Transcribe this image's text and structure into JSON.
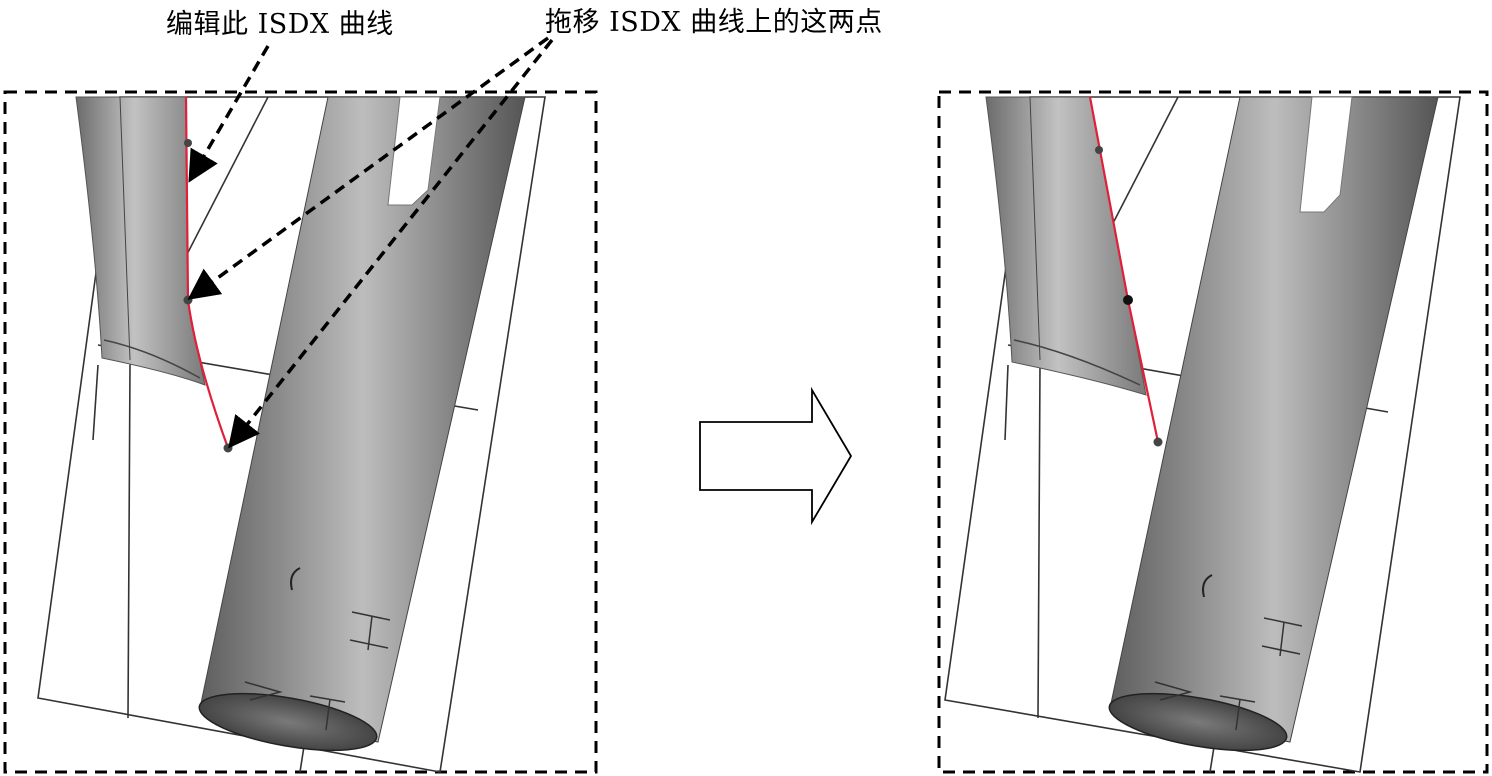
{
  "annotations": {
    "edit_curve_label": "编辑此 ISDX 曲线",
    "drag_points_label": "拖移 ISDX 曲线上的这两点"
  },
  "panels": {
    "before": {
      "curve_color": "#e0203a",
      "frame_style": "dashed"
    },
    "after": {
      "curve_color": "#e0203a",
      "frame_style": "dashed"
    }
  },
  "colors": {
    "frame": "#000000",
    "model_dark": "#6a6a6a",
    "model_light": "#bdbdbd",
    "wireframe": "#333333",
    "curve": "#e0203a"
  },
  "transition_arrow": {
    "direction": "right",
    "style": "outline"
  }
}
